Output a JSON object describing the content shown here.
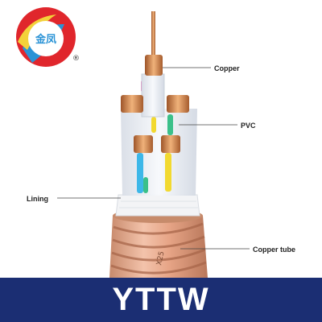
{
  "logo": {
    "trademark": "®",
    "lettering": "金凤"
  },
  "callouts": {
    "copper": "Copper",
    "pvc": "PVC",
    "lining": "Lining",
    "copper_tube": "Copper tube"
  },
  "sheath_marking": "X25",
  "banner": {
    "title": "YTTW"
  },
  "colors": {
    "banner": "#1b2e73",
    "copper": "#c9773f",
    "copper_light": "#f0b27a",
    "copper_tube": "#e6a88a",
    "insulation": "#eef1f6",
    "core_blue": "#3db7e8",
    "core_yellow": "#f2d930",
    "core_green": "#3bc08a",
    "core_pink": "#e873b5",
    "logo_red": "#e0262c",
    "logo_blue": "#2a93d6",
    "logo_yellow": "#f3d23a"
  }
}
